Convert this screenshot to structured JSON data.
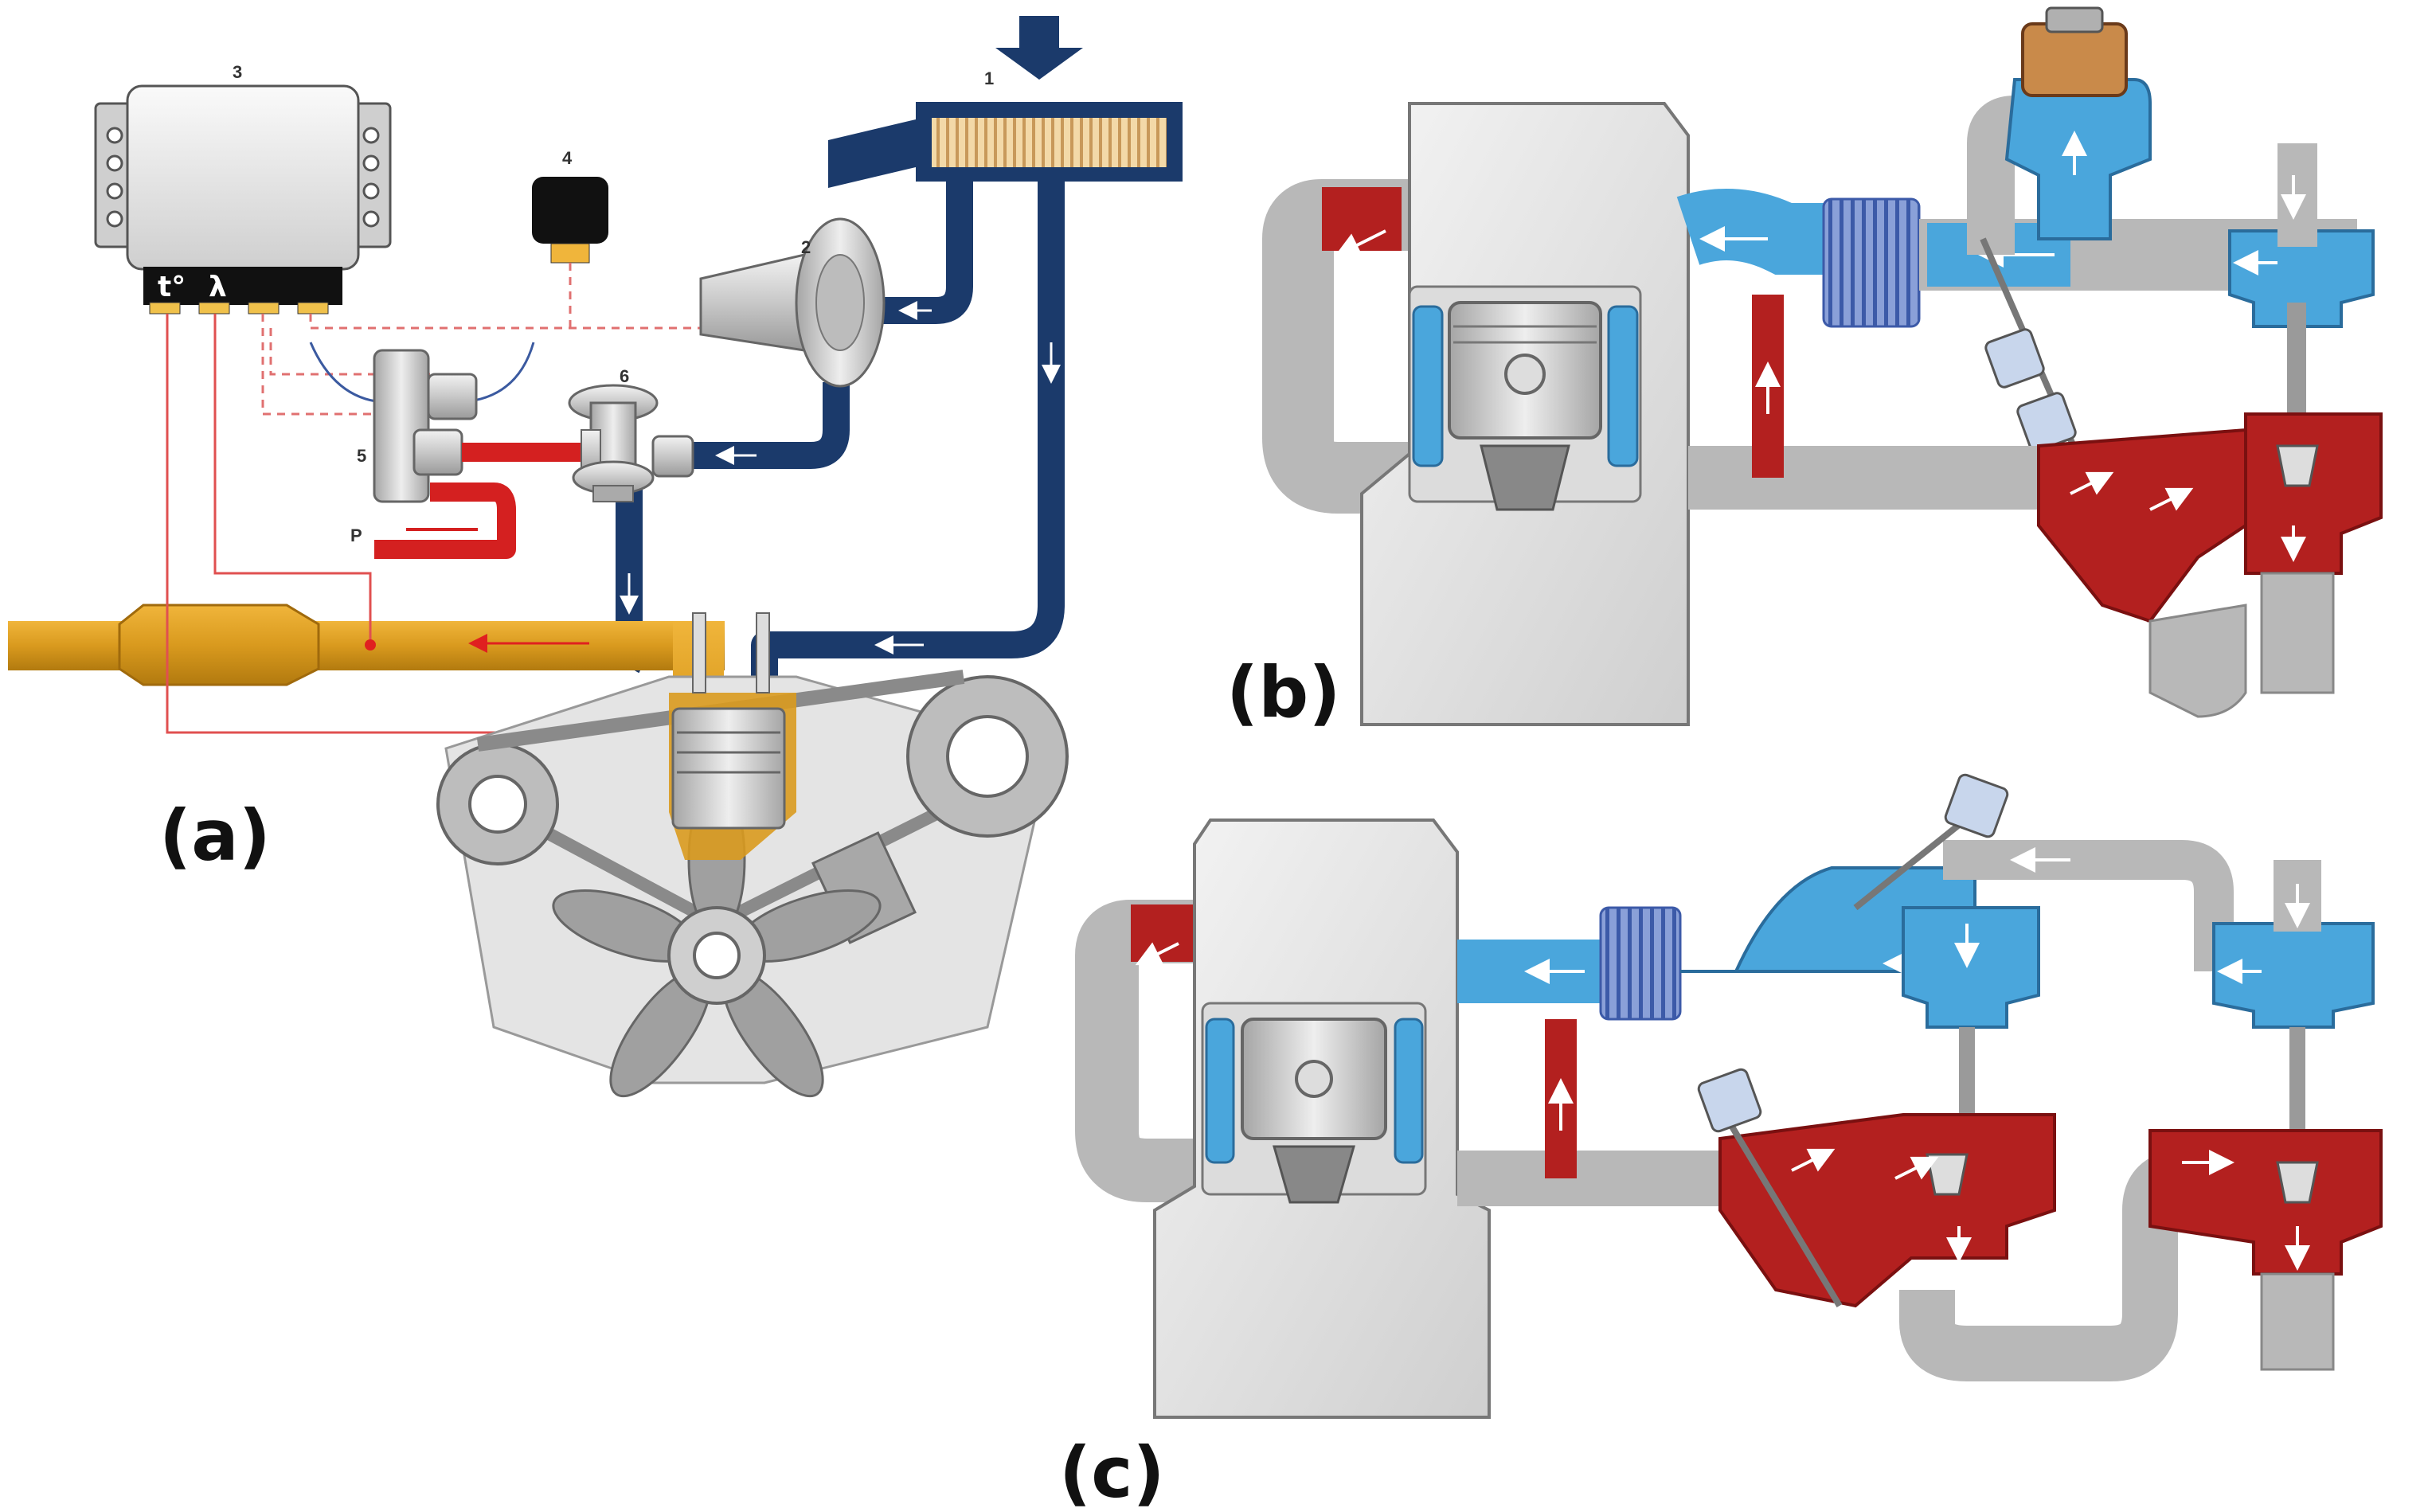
{
  "panels": {
    "a": {
      "label": "(a)",
      "component_numbers": [
        "1",
        "2",
        "3",
        "4",
        "5",
        "6"
      ],
      "ecu_symbols": [
        "t°",
        "λ"
      ],
      "pressure_label": "P"
    },
    "b": {
      "label": "(b)"
    },
    "c": {
      "label": "(c)"
    }
  },
  "colors": {
    "intake": "#1b3a6b",
    "exhaust": "#d99a1e",
    "hot_gas": "#b3201f",
    "cool_air": "#4aa6dc",
    "metal": "#c9c9c9",
    "signal": "#e05050"
  }
}
